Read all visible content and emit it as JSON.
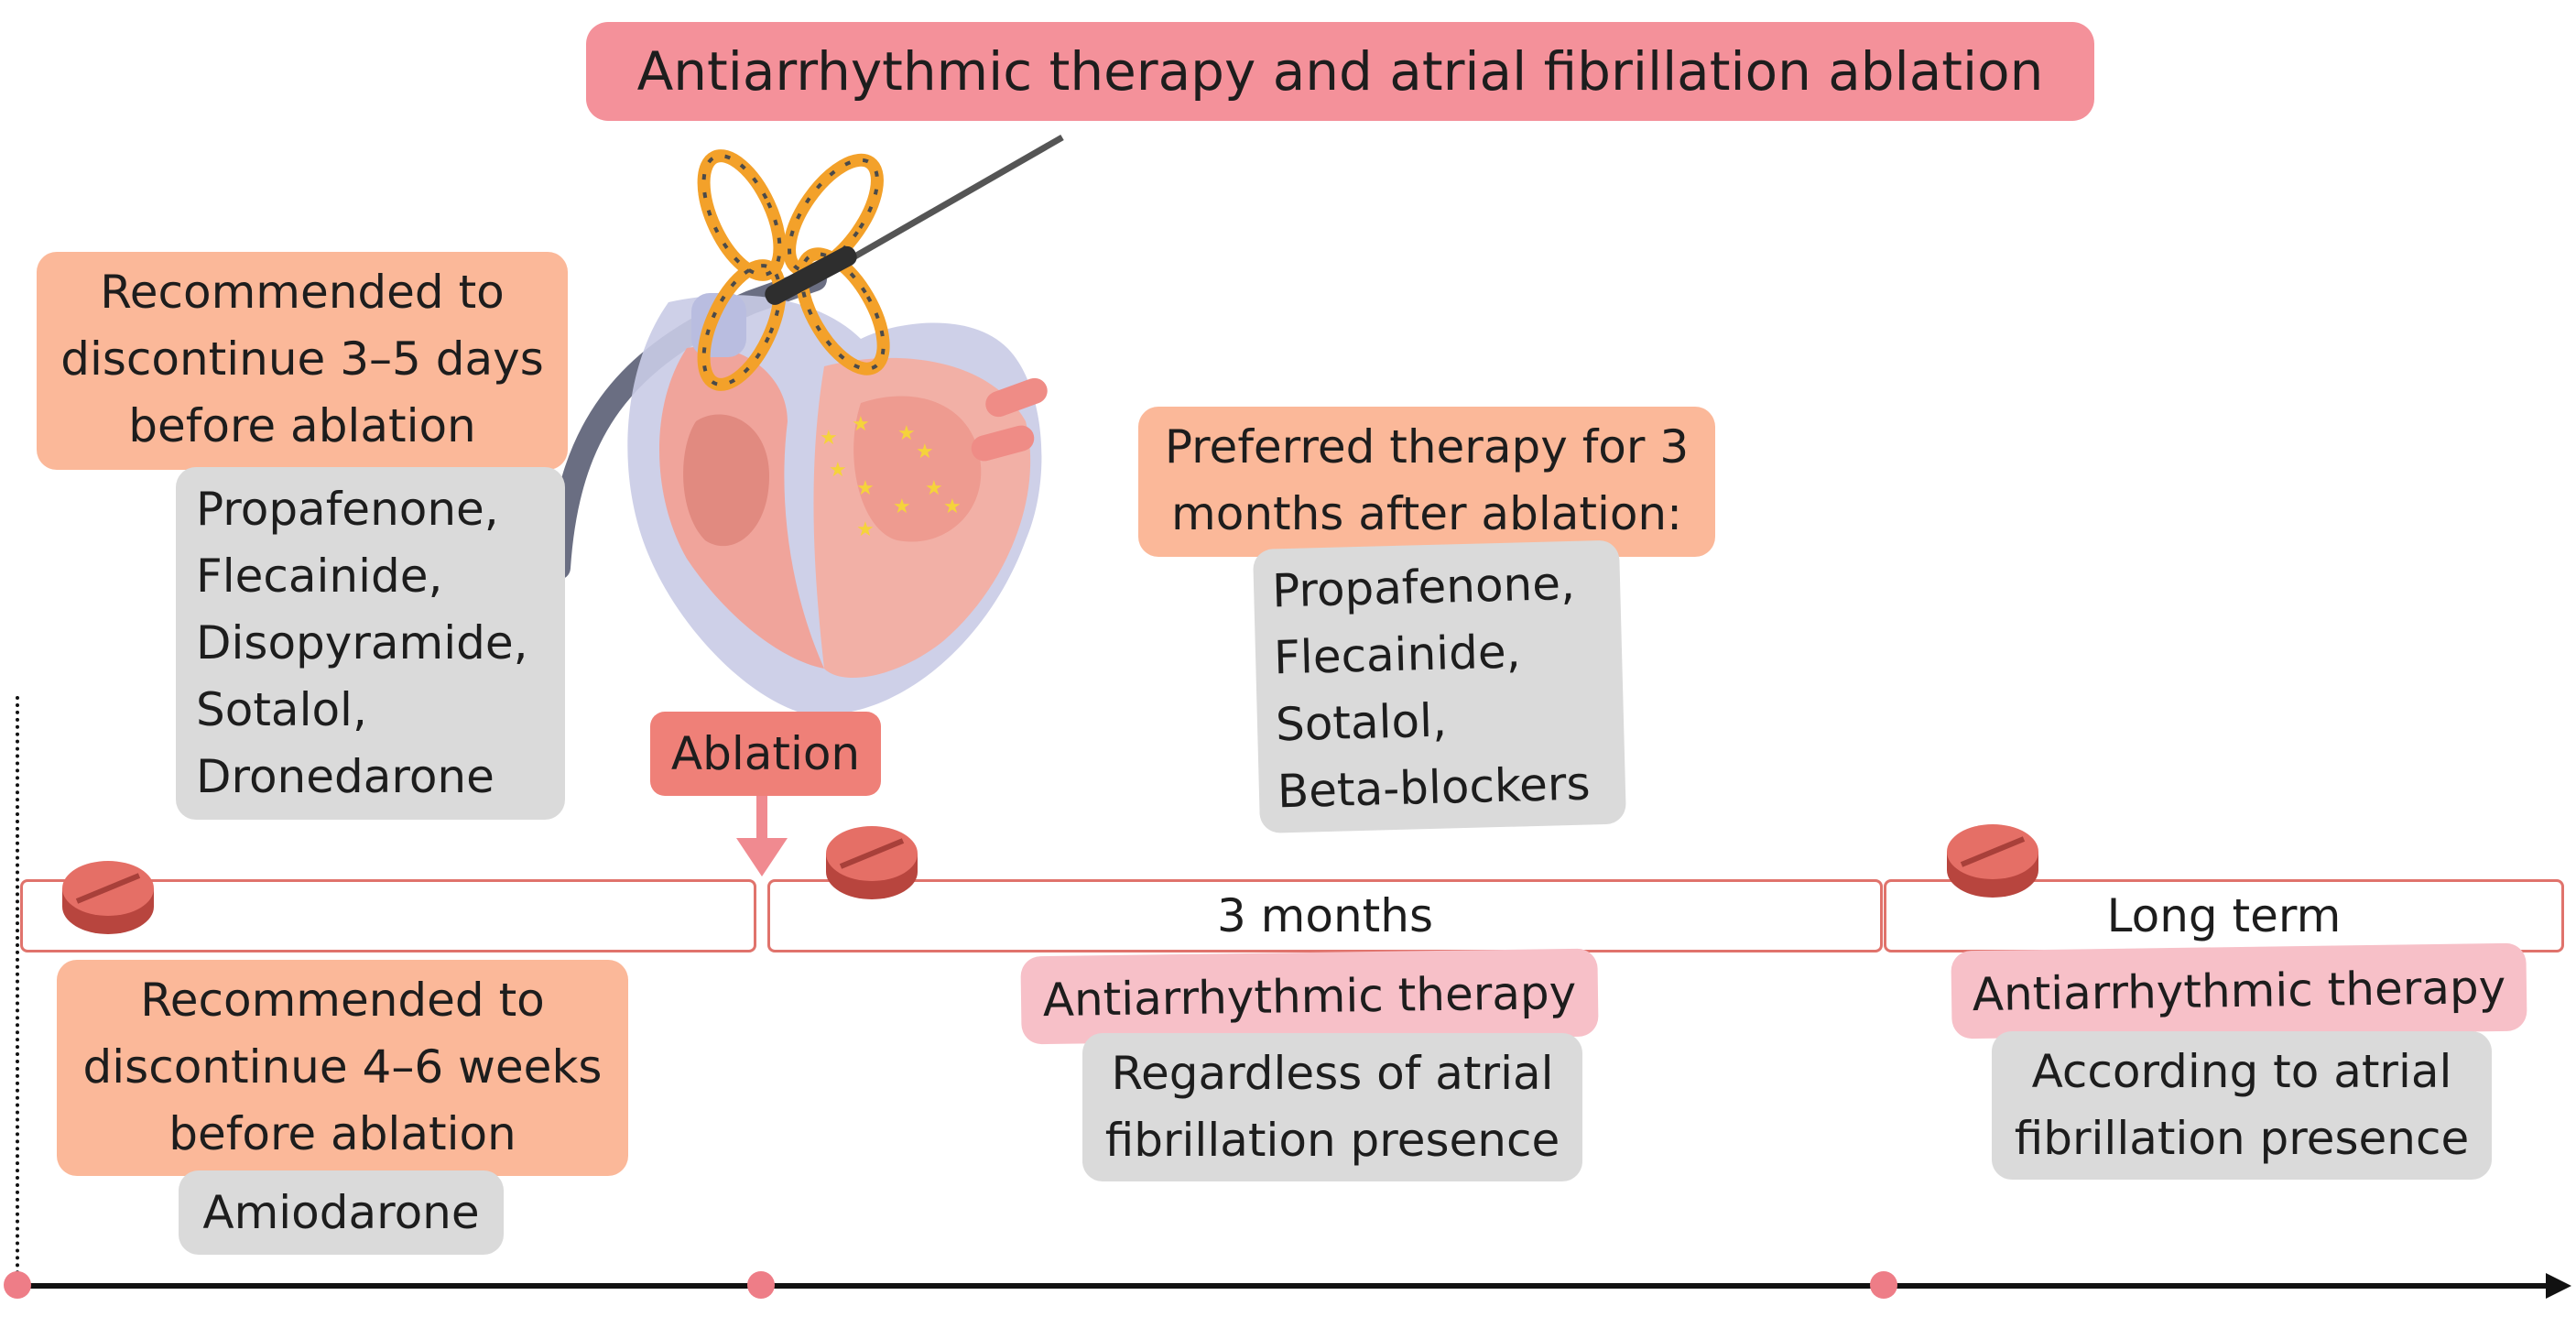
{
  "title": "Antiarrhythmic therapy and atrial fibrillation ablation",
  "ablation_label": "Ablation",
  "pre_ablation": {
    "short_stop_header": [
      "Recommended to",
      "discontinue 3–5 days",
      "before ablation"
    ],
    "short_stop_drugs": [
      "Propafenone,",
      "Flecainide,",
      "Disopyramide,",
      "Sotalol,",
      "Dronedarone"
    ],
    "long_stop_header": [
      "Recommended to",
      "discontinue 4–6 weeks",
      "before ablation"
    ],
    "long_stop_drug": "Amiodarone"
  },
  "post_ablation": {
    "preferred_header": [
      "Preferred therapy for 3",
      "months after ablation:"
    ],
    "preferred_drugs": [
      "Propafenone,",
      "Flecainide,",
      "Sotalol,",
      "Beta-blockers"
    ]
  },
  "timeline": {
    "period_2_label": "3 months",
    "period_3_label": "Long term",
    "period_2_therapy": "Antiarrhythmic therapy",
    "period_2_note": [
      "Regardless of atrial",
      "fibrillation presence"
    ],
    "period_3_therapy": "Antiarrhythmic therapy",
    "period_3_note": [
      "According to atrial",
      "fibrillation presence"
    ]
  },
  "colors": {
    "title_bg": "#f4919a",
    "salmon_bg": "#fbb899",
    "grey_bg": "#dadada",
    "pink_bg": "#f7c0c8",
    "ablation_bg": "#ef8078",
    "bar_border": "#e0736c",
    "pill": "#e56f66",
    "timeline_dot": "#ee7d87"
  },
  "icons": [
    "pill-icon",
    "heart-catheter-illustration",
    "down-arrow-icon"
  ]
}
